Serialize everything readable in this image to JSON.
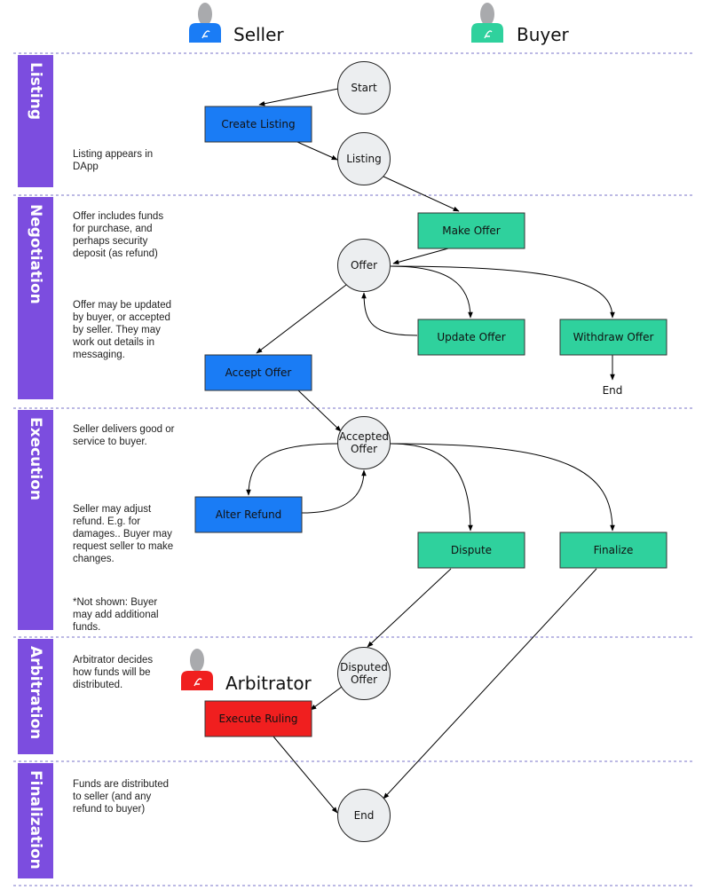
{
  "actors": {
    "seller": "Seller",
    "buyer": "Buyer",
    "arbitrator": "Arbitrator"
  },
  "lanes": [
    "Listing",
    "Negotiation",
    "Execution",
    "Arbitration",
    "Finalization"
  ],
  "notes": {
    "listing": "Listing appears in\nDApp",
    "offer_funds": "Offer includes funds\nfor purchase, and\nperhaps security\ndeposit (as refund)",
    "offer_update": "Offer may be updated\nby buyer, or accepted\nby seller. They may\nwork out details in\nmessaging.",
    "delivery": "Seller delivers good or\nservice to buyer.",
    "refund": "Seller may adjust\nrefund. E.g. for\ndamages.. Buyer may\nrequest seller to make\nchanges.",
    "not_shown": "*Not shown: Buyer\nmay add additional\nfunds.",
    "arbitrator": "Arbitrator decides\nhow funds will be\ndistributed.",
    "funds": "Funds are distributed\nto seller (and any\nrefund to buyer)"
  },
  "states": {
    "start": "Start",
    "listing": "Listing",
    "offer": "Offer",
    "accepted_1": "Accepted",
    "accepted_2": "Offer",
    "disputed_1": "Disputed",
    "disputed_2": "Offer",
    "end": "End"
  },
  "actions": {
    "create_listing": "Create Listing",
    "make_offer": "Make Offer",
    "update_offer": "Update Offer",
    "withdraw_offer": "Withdraw Offer",
    "accept_offer": "Accept Offer",
    "alter_refund": "Alter Refund",
    "dispute": "Dispute",
    "finalize": "Finalize",
    "execute_ruling": "Execute Ruling"
  },
  "withdraw_end": "End",
  "colors": {
    "lane": "#7c4ddf",
    "seller": "#1a7cf5",
    "buyer": "#2fd19d",
    "arbitrator": "#f01f1f",
    "state_fill": "#eceef0",
    "divider": "#7a73c9"
  },
  "icons": [
    "seller-avatar-icon",
    "buyer-avatar-icon",
    "arbitrator-avatar-icon"
  ]
}
